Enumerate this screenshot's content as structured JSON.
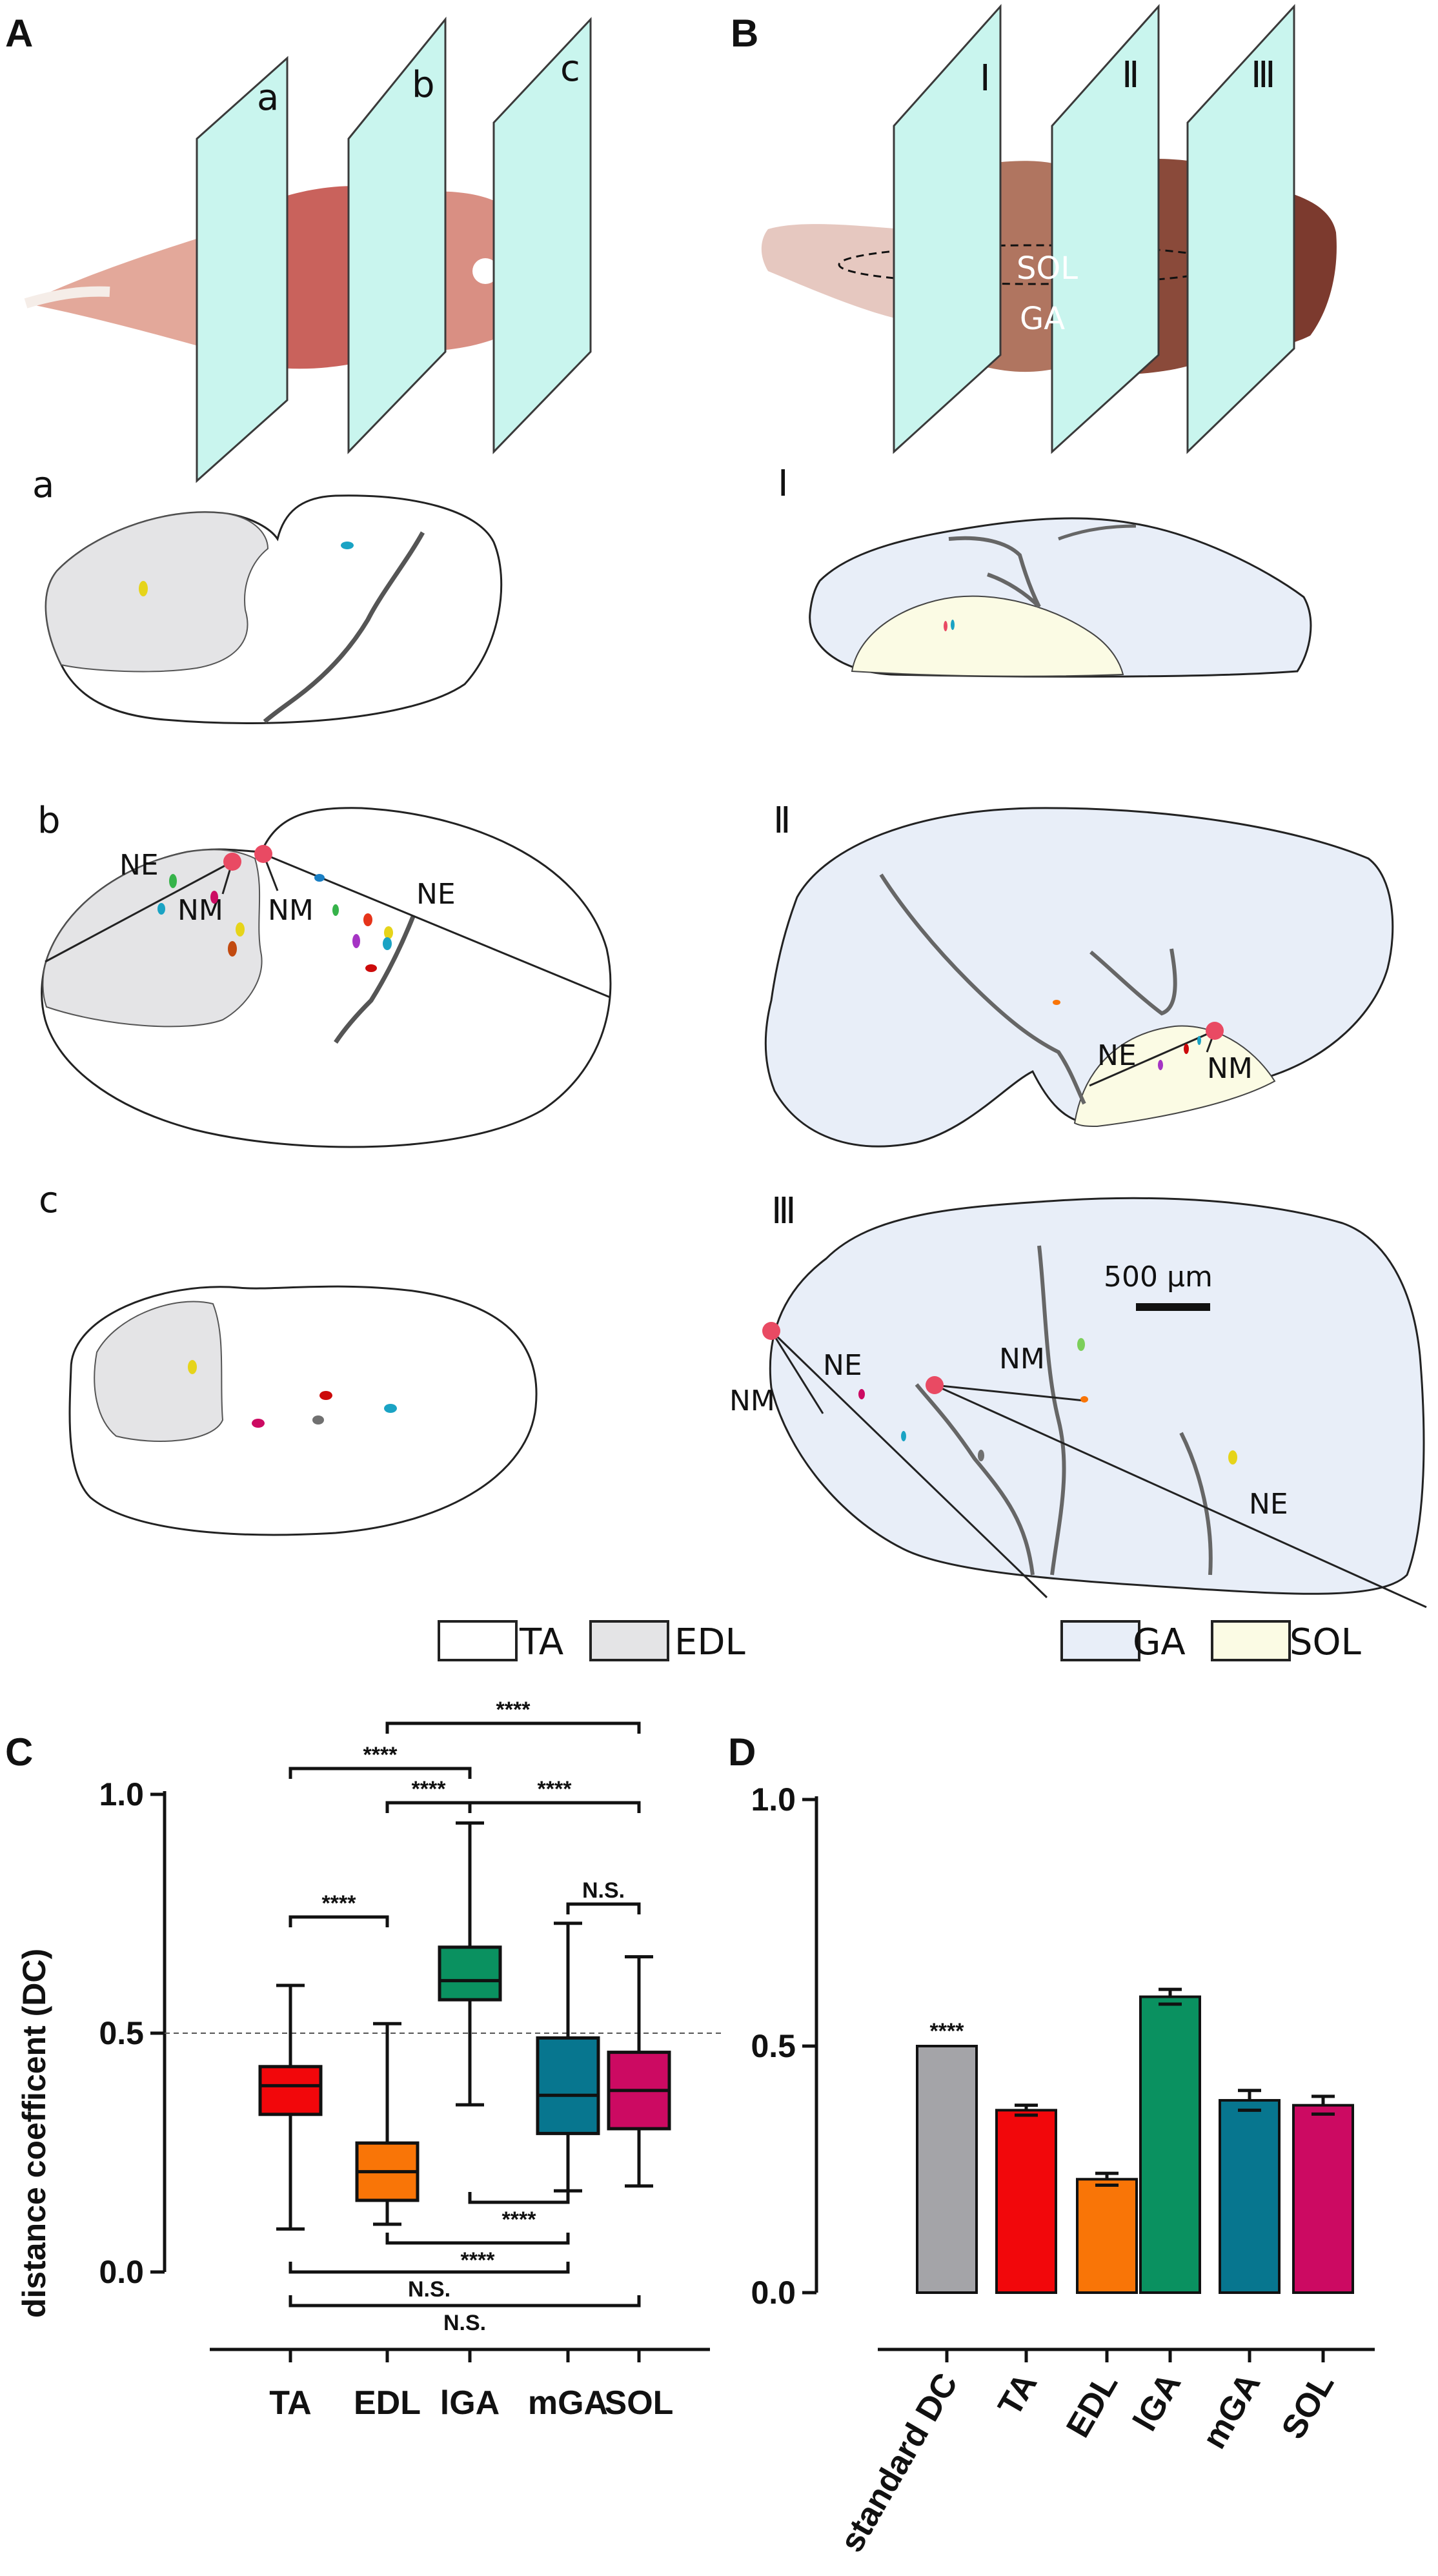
{
  "panels": {
    "A": "A",
    "B": "B",
    "C": "C",
    "D": "D"
  },
  "panel_A": {
    "plane_letters": [
      "a",
      "b",
      "c"
    ],
    "section_labels": [
      "a",
      "b",
      "c"
    ],
    "annotations": {
      "ne_left": "NE",
      "nm_1": "NM",
      "nm_2": "NM",
      "ne_right": "NE"
    },
    "legend": {
      "ta": "TA",
      "edl": "EDL"
    }
  },
  "panel_B": {
    "plane_letters": [
      "Ⅰ",
      "Ⅱ",
      "Ⅲ"
    ],
    "section_labels": [
      "Ⅰ",
      "Ⅱ",
      "Ⅲ"
    ],
    "muscle_labels": {
      "sol": "SOL",
      "ga": "GA"
    },
    "annotations": {
      "ne_II": "NE",
      "nm_II": "NM",
      "ne_III_a": "NE",
      "nm_III_a": "NM",
      "nm_III_b": "NM",
      "ne_III_b": "NE"
    },
    "scale_bar": "500 µm",
    "legend": {
      "ga": "GA",
      "sol": "SOL"
    }
  },
  "colors": {
    "TA": "#f2070b",
    "EDL": "#f97507",
    "lGA": "#0a9160",
    "mGA": "#07768f",
    "SOL": "#cc0a62",
    "standard": "#a4a4a8",
    "GA_fill": "#e8eef8",
    "SOL_fill": "#fbfbe4",
    "EDL_fill": "#e4e4e6",
    "plane": "#c9f5ee",
    "nm_dot": "#e94a63"
  },
  "chart_data": [
    {
      "type": "boxplot",
      "ylabel": "distance coefficent (DC)",
      "ylim": [
        0,
        1
      ],
      "yticks": [
        "0.0",
        "0.5",
        "1.0"
      ],
      "reference_line": 0.5,
      "categories": [
        "TA",
        "EDL",
        "lGA",
        "mGA",
        "SOL"
      ],
      "boxes": [
        {
          "name": "TA",
          "min": 0.09,
          "q1": 0.33,
          "median": 0.39,
          "q3": 0.43,
          "max": 0.6
        },
        {
          "name": "EDL",
          "min": 0.1,
          "q1": 0.15,
          "median": 0.21,
          "q3": 0.27,
          "max": 0.52
        },
        {
          "name": "lGA",
          "min": 0.35,
          "q1": 0.57,
          "median": 0.61,
          "q3": 0.68,
          "max": 0.94
        },
        {
          "name": "mGA",
          "min": 0.17,
          "q1": 0.29,
          "median": 0.37,
          "q3": 0.49,
          "max": 0.73
        },
        {
          "name": "SOL",
          "min": 0.18,
          "q1": 0.3,
          "median": 0.38,
          "q3": 0.46,
          "max": 0.66
        }
      ],
      "significance": [
        {
          "from": "TA",
          "to": "EDL",
          "label": "****"
        },
        {
          "from": "TA",
          "to": "lGA",
          "label": "****"
        },
        {
          "from": "EDL",
          "to": "lGA",
          "label": "****"
        },
        {
          "from": "lGA",
          "to": "SOL",
          "label": "****"
        },
        {
          "from": "EDL",
          "to": "SOL",
          "label": "****"
        },
        {
          "from": "mGA",
          "to": "SOL",
          "label": "N.S."
        },
        {
          "from": "lGA",
          "to": "mGA",
          "label": "****"
        },
        {
          "from": "EDL",
          "to": "mGA",
          "label": "****"
        },
        {
          "from": "TA",
          "to": "mGA",
          "label": "N.S."
        },
        {
          "from": "TA",
          "to": "SOL",
          "label": "N.S."
        }
      ]
    },
    {
      "type": "bar",
      "ylim": [
        0,
        1
      ],
      "yticks": [
        "0.0",
        "0.5",
        "1.0"
      ],
      "categories": [
        "standard DC",
        "TA",
        "EDL",
        "lGA",
        "mGA",
        "SOL"
      ],
      "values": [
        0.5,
        0.37,
        0.23,
        0.6,
        0.39,
        0.38
      ],
      "errors": [
        0,
        0.01,
        0.012,
        0.015,
        0.02,
        0.018
      ],
      "annotations": [
        {
          "category": "standard DC",
          "label": "****"
        }
      ]
    }
  ]
}
